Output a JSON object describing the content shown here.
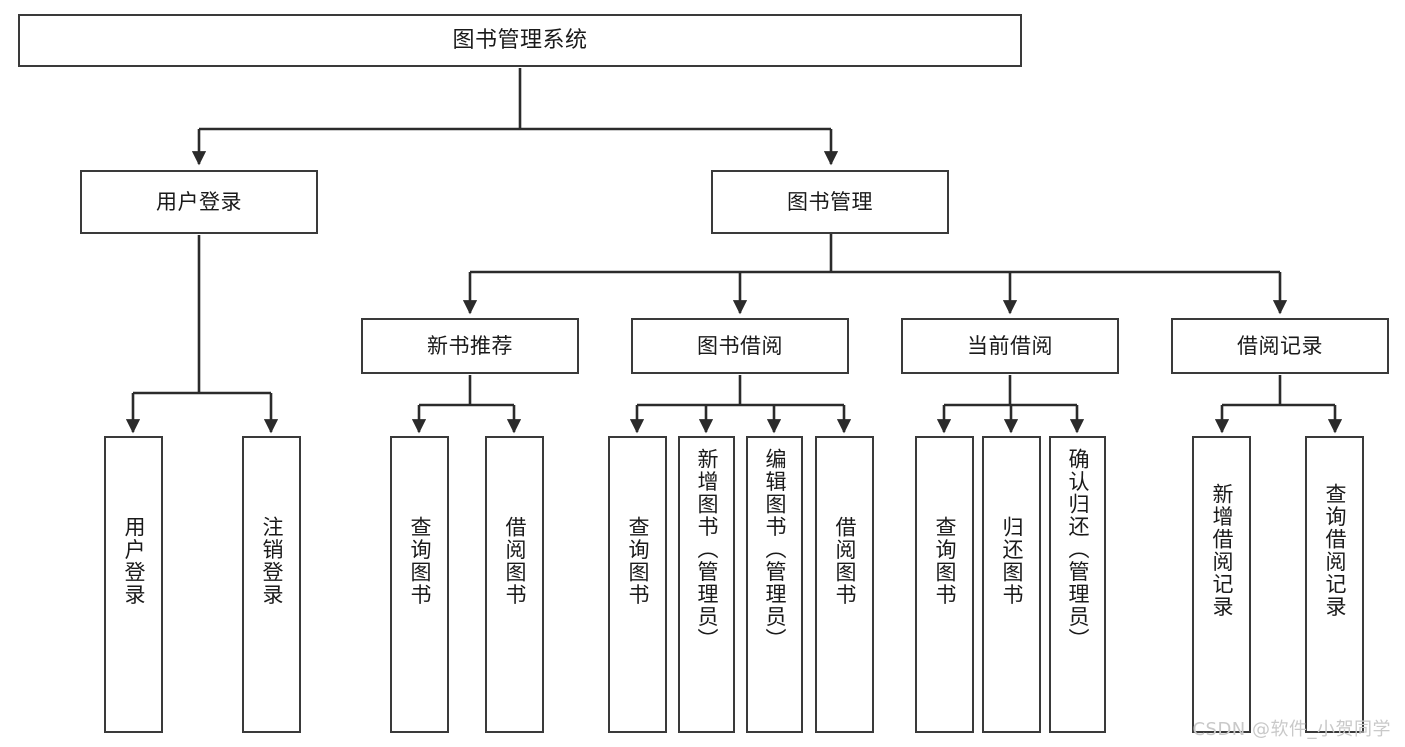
{
  "diagram": {
    "type": "tree",
    "title": "图书管理系统",
    "watermark": "CSDN @软件_小贺同学",
    "colors": {
      "box_border": "#3a3a3a",
      "box_fill": "#ffffff",
      "connector": "#2b2b2b",
      "text": "#1a1a1a",
      "watermark": "#c9c9c9",
      "background": "#ffffff"
    },
    "nodes": {
      "root": {
        "label": "图书管理系统",
        "level": 1,
        "orientation": "horizontal"
      },
      "user_login": {
        "label": "用户登录",
        "level": 2,
        "orientation": "horizontal"
      },
      "book_manage": {
        "label": "图书管理",
        "level": 2,
        "orientation": "horizontal"
      },
      "new_book_rec": {
        "label": "新书推荐",
        "level": 3,
        "orientation": "horizontal"
      },
      "book_borrow": {
        "label": "图书借阅",
        "level": 3,
        "orientation": "horizontal"
      },
      "current_borrow": {
        "label": "当前借阅",
        "level": 3,
        "orientation": "horizontal"
      },
      "borrow_record": {
        "label": "借阅记录",
        "level": 3,
        "orientation": "horizontal"
      },
      "leaf_user_login": {
        "label": "用户登录",
        "level": 3,
        "orientation": "vertical"
      },
      "leaf_logout": {
        "label": "注销登录",
        "level": 3,
        "orientation": "vertical"
      },
      "leaf_query_book_1": {
        "label": "查询图书",
        "level": 4,
        "orientation": "vertical"
      },
      "leaf_borrow_book_1": {
        "label": "借阅图书",
        "level": 4,
        "orientation": "vertical"
      },
      "leaf_query_book_2": {
        "label": "查询图书",
        "level": 4,
        "orientation": "vertical"
      },
      "leaf_add_book": {
        "label": "新增图书（管理员）",
        "level": 4,
        "orientation": "vertical"
      },
      "leaf_edit_book": {
        "label": "编辑图书（管理员）",
        "level": 4,
        "orientation": "vertical"
      },
      "leaf_borrow_book_2": {
        "label": "借阅图书",
        "level": 4,
        "orientation": "vertical"
      },
      "leaf_query_book_3": {
        "label": "查询图书",
        "level": 4,
        "orientation": "vertical"
      },
      "leaf_return_book": {
        "label": "归还图书",
        "level": 4,
        "orientation": "vertical"
      },
      "leaf_confirm_return": {
        "label": "确认归还（管理员）",
        "level": 4,
        "orientation": "vertical"
      },
      "leaf_add_record": {
        "label": "新增借阅记录",
        "level": 4,
        "orientation": "vertical"
      },
      "leaf_query_record": {
        "label": "查询借阅记录",
        "level": 4,
        "orientation": "vertical"
      }
    },
    "edges": [
      {
        "from": "root",
        "to": "user_login"
      },
      {
        "from": "root",
        "to": "book_manage"
      },
      {
        "from": "user_login",
        "to": "leaf_user_login"
      },
      {
        "from": "user_login",
        "to": "leaf_logout"
      },
      {
        "from": "book_manage",
        "to": "new_book_rec"
      },
      {
        "from": "book_manage",
        "to": "book_borrow"
      },
      {
        "from": "book_manage",
        "to": "current_borrow"
      },
      {
        "from": "book_manage",
        "to": "borrow_record"
      },
      {
        "from": "new_book_rec",
        "to": "leaf_query_book_1"
      },
      {
        "from": "new_book_rec",
        "to": "leaf_borrow_book_1"
      },
      {
        "from": "book_borrow",
        "to": "leaf_query_book_2"
      },
      {
        "from": "book_borrow",
        "to": "leaf_add_book"
      },
      {
        "from": "book_borrow",
        "to": "leaf_edit_book"
      },
      {
        "from": "book_borrow",
        "to": "leaf_borrow_book_2"
      },
      {
        "from": "current_borrow",
        "to": "leaf_query_book_3"
      },
      {
        "from": "current_borrow",
        "to": "leaf_return_book"
      },
      {
        "from": "current_borrow",
        "to": "leaf_confirm_return"
      },
      {
        "from": "borrow_record",
        "to": "leaf_add_record"
      },
      {
        "from": "borrow_record",
        "to": "leaf_query_record"
      }
    ]
  }
}
